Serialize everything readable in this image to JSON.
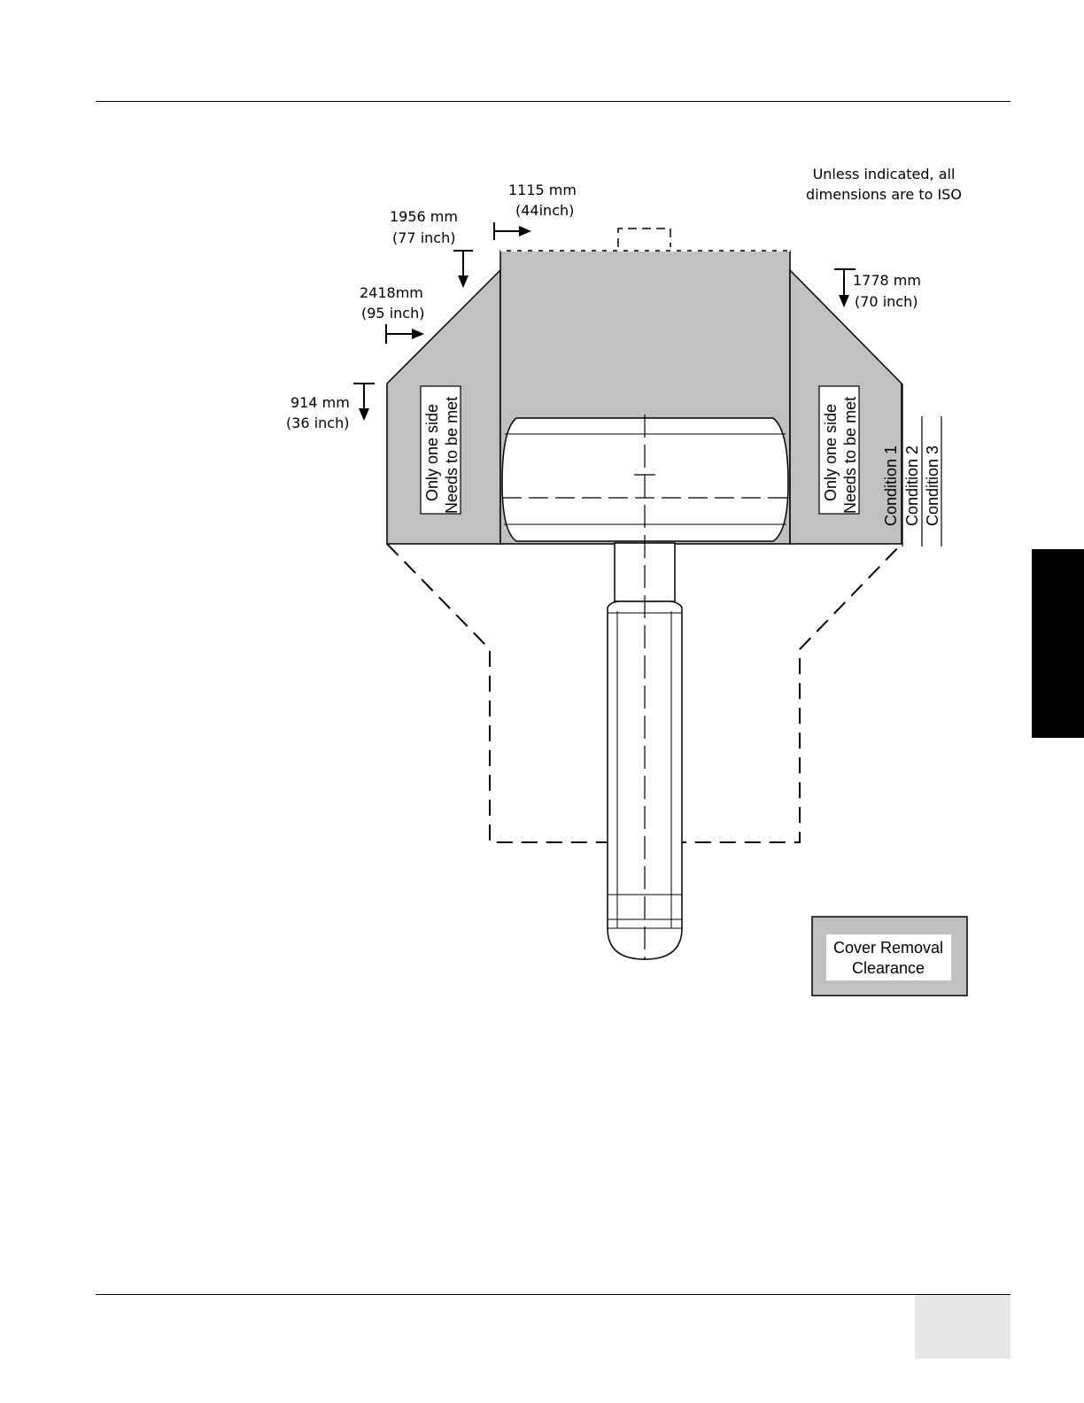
{
  "note": {
    "line1": "Unless indicated, all",
    "line2": "dimensions are to ISO"
  },
  "dims": {
    "d1115": {
      "mm": "1115 mm",
      "inch": "(44inch)"
    },
    "d1956": {
      "mm": "1956 mm",
      "inch": "(77 inch)"
    },
    "d2418": {
      "mm": "2418mm",
      "inch": "(95 inch)"
    },
    "d914": {
      "mm": "914  mm",
      "inch": "(36  inch)"
    },
    "d1778": {
      "mm": "1778 mm",
      "inch": "(70  inch)"
    }
  },
  "side_note": {
    "line1": "Only one side",
    "line2": "Needs to be met"
  },
  "conditions": [
    "Condition 1",
    "Condition 2",
    "Condition 3"
  ],
  "legend": {
    "line1": "Cover Removal",
    "line2": "Clearance",
    "swatch_color": "#c0c0c0"
  },
  "colors": {
    "clearance_fill": "#c0c0c0",
    "tab": "#000000",
    "page_box": "#e6e6e6"
  }
}
